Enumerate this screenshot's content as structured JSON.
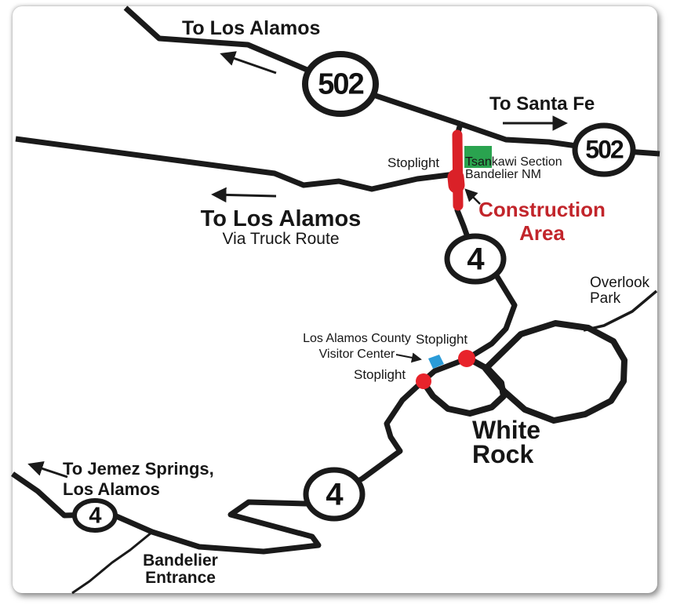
{
  "destinations": {
    "los_alamos_north": "To Los Alamos",
    "santa_fe": "To Santa Fe",
    "los_alamos_truck_line1": "To Los Alamos",
    "los_alamos_truck_line2": "Via Truck Route",
    "jemez_line1": "To Jemez Springs,",
    "jemez_line2": "Los Alamos"
  },
  "places": {
    "tsankawi_line1": "Tsankawi Section",
    "tsankawi_line2": "Bandelier NM",
    "overlook_line1": "Overlook",
    "overlook_line2": "Park",
    "white_rock_line1": "White",
    "white_rock_line2": "Rock",
    "bandelier_line1": "Bandelier",
    "bandelier_line2": "Entrance",
    "visitor_center_line1": "Los Alamos County",
    "visitor_center_line2": "Visitor Center"
  },
  "annotations": {
    "construction_line1": "Construction",
    "construction_line2": "Area",
    "stoplight_nm502": "Stoplight",
    "stoplight_east": "Stoplight",
    "stoplight_west": "Stoplight"
  },
  "shields": {
    "nm502_west": "502",
    "nm502_east": "502",
    "nm4_north": "4",
    "nm4_mid": "4",
    "nm4_southwest": "4"
  },
  "colors": {
    "road_black": "#1a1a1a",
    "construction_bar_red": "#da2128",
    "construction_text_red": "#c2252b",
    "stoplight_red": "#e8232b",
    "visitor_center_blue": "#2b9cd8",
    "tsankawi_green": "#2aa34f",
    "background": "#ffffff"
  }
}
